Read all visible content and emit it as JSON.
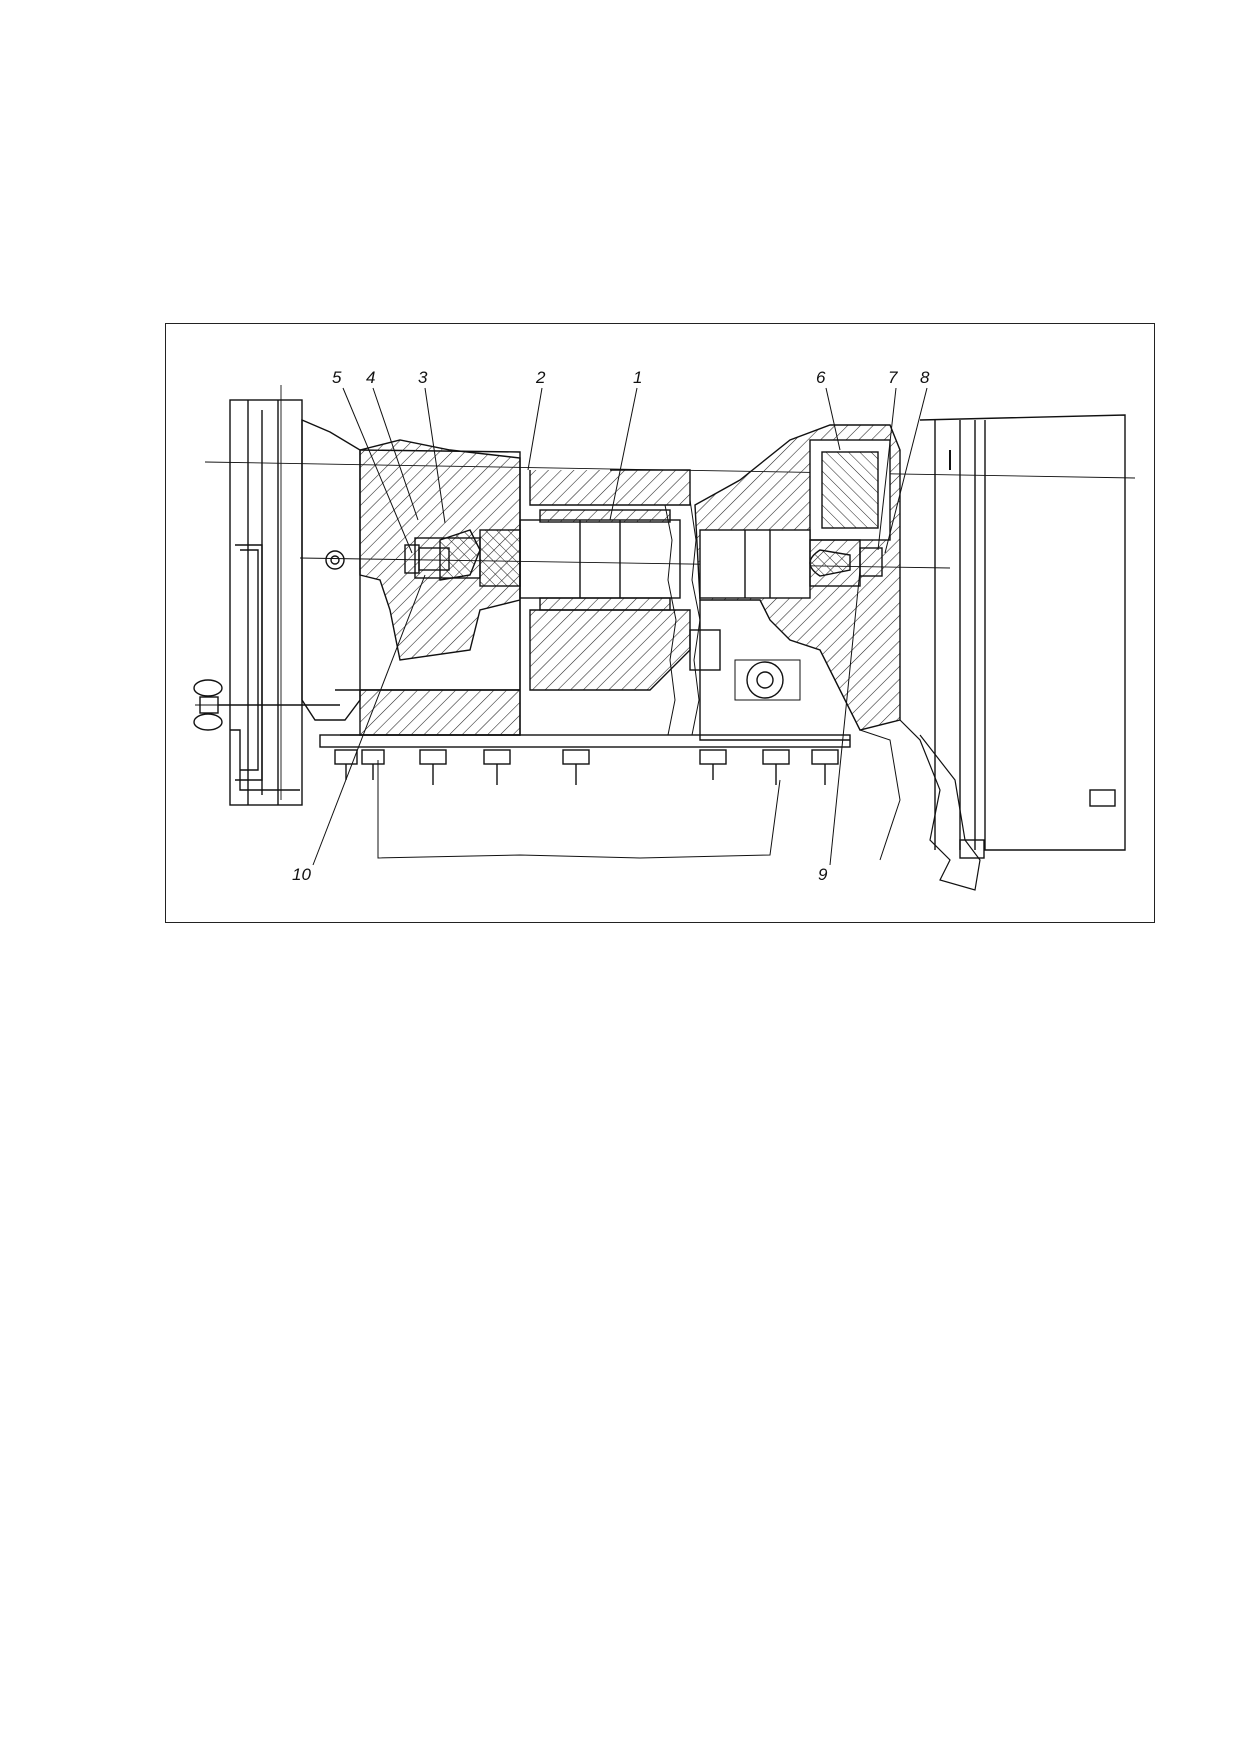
{
  "figure": {
    "callouts": [
      {
        "id": "1",
        "text": "1"
      },
      {
        "id": "2",
        "text": "2"
      },
      {
        "id": "3",
        "text": "3"
      },
      {
        "id": "4",
        "text": "4"
      },
      {
        "id": "5",
        "text": "5"
      },
      {
        "id": "6",
        "text": "6"
      },
      {
        "id": "7",
        "text": "7"
      },
      {
        "id": "8",
        "text": "8"
      },
      {
        "id": "9",
        "text": "9"
      },
      {
        "id": "10",
        "text": "10"
      }
    ],
    "colors": {
      "ink": "#111111",
      "paper": "#ffffff"
    }
  }
}
